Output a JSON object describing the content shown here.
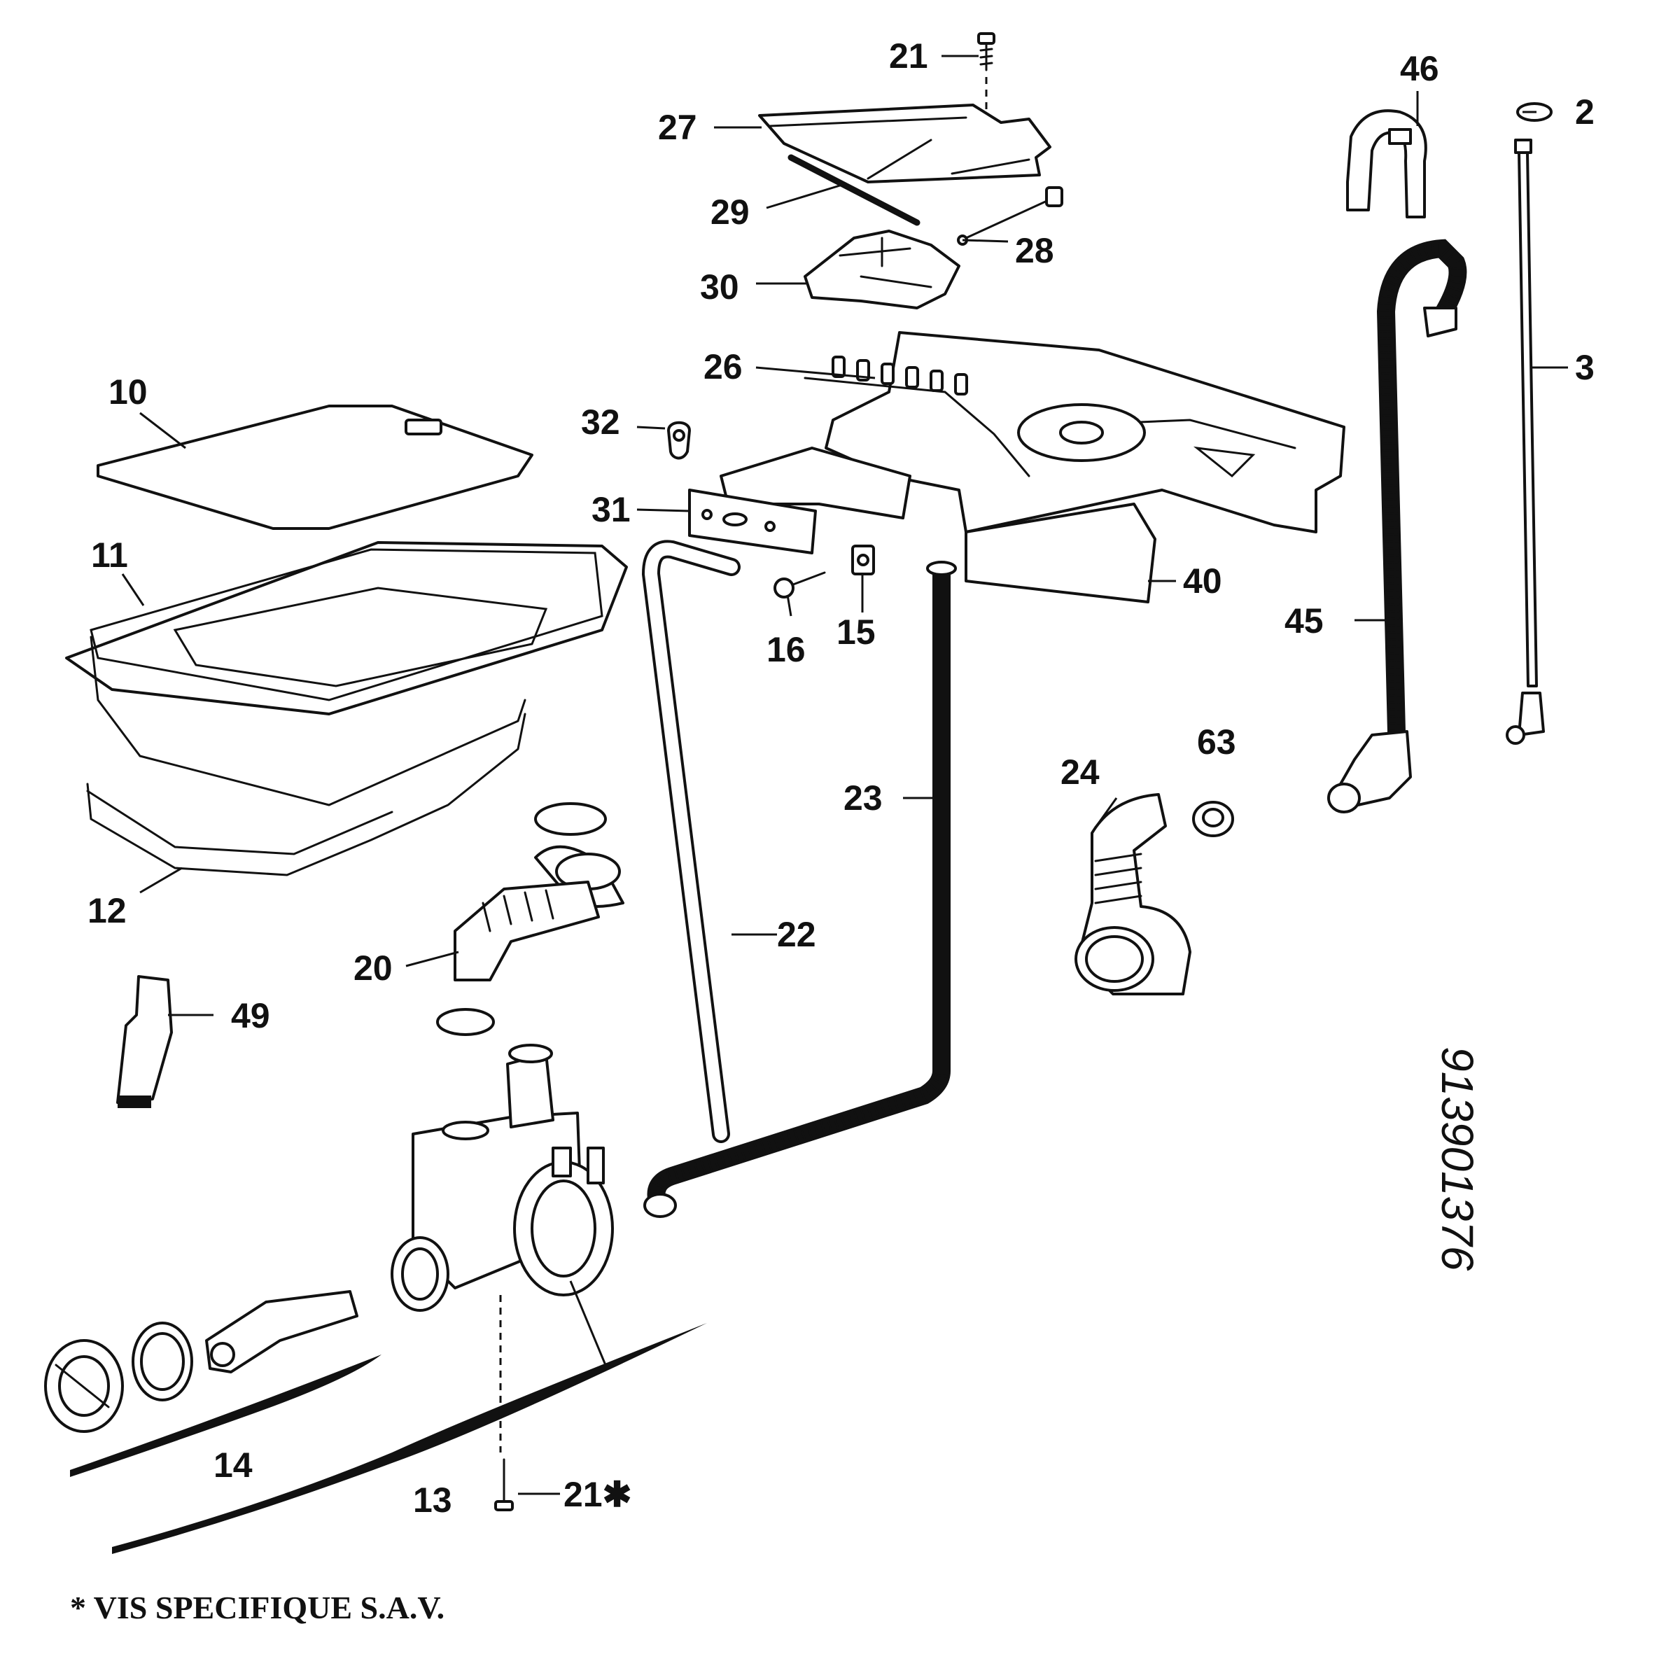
{
  "labels": {
    "p2": "2",
    "p3": "3",
    "p10": "10",
    "p11": "11",
    "p12": "12",
    "p13": "13",
    "p14": "14",
    "p15": "15",
    "p16": "16",
    "p20": "20",
    "p21_top": "21",
    "p21_bottom": "21✱",
    "p22": "22",
    "p23": "23",
    "p24": "24",
    "p26": "26",
    "p27": "27",
    "p28": "28",
    "p29": "29",
    "p30": "30",
    "p31": "31",
    "p32": "32",
    "p40": "40",
    "p45": "45",
    "p46": "46",
    "p49": "49",
    "p63": "63"
  },
  "reference_code": "913901376",
  "footnote": "* VIS SPECIFIQUE S.A.V."
}
